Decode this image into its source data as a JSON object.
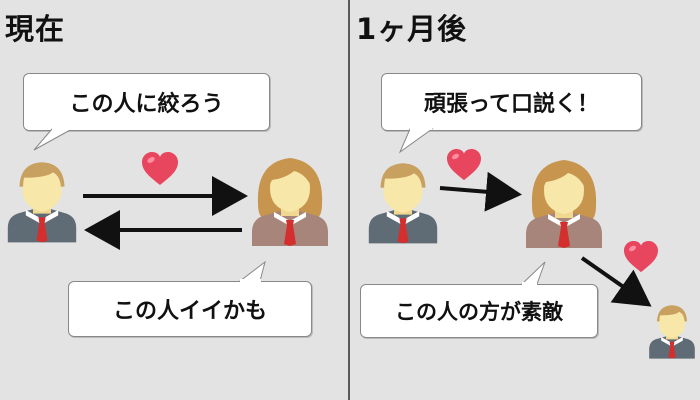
{
  "left_panel": {
    "heading": "現在",
    "bubble_top": "この人に絞ろう",
    "bubble_bottom": "この人イイかも"
  },
  "right_panel": {
    "heading": "1ヶ月後",
    "bubble_top": "頑張って口説く！",
    "bubble_bottom": "この人の方が素敵"
  },
  "colors": {
    "background": "#e3e3e3",
    "divider": "#5a5a5a",
    "heart": "#e8455f",
    "arrow": "#111111",
    "hair_man": "#c8a060",
    "hair_woman": "#c8954f",
    "skin": "#f7e7a8",
    "suit_man": "#5f6b75",
    "suit_woman": "#a8857a",
    "tie": "#d32f2f"
  },
  "icons": [
    "man-avatar",
    "woman-avatar",
    "heart-icon",
    "arrow-right",
    "arrow-left",
    "arrow-diagonal"
  ]
}
